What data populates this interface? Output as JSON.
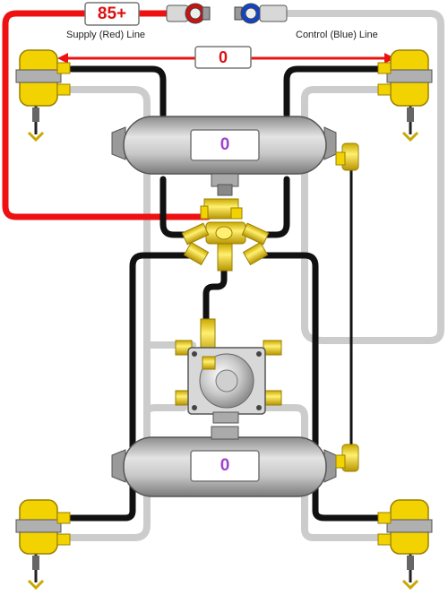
{
  "header": {
    "supply_pressure": "85+",
    "supply_label": "Supply (Red) Line",
    "control_label": "Control (Blue) Line",
    "control_pressure": "0"
  },
  "tanks": [
    {
      "pressure": "0"
    },
    {
      "pressure": "0"
    }
  ],
  "colors": {
    "supply_line": "#ee1111",
    "control_line": "#cccccc",
    "air_line": "#111111",
    "pressure_red": "#dd1111",
    "pressure_purple": "#a040d0",
    "brass": "#f2d200",
    "tank": "#a8a8a8"
  },
  "icons": [
    "gladhand-red",
    "gladhand-blue",
    "brake-chamber",
    "air-tank",
    "valve",
    "relay-valve"
  ]
}
